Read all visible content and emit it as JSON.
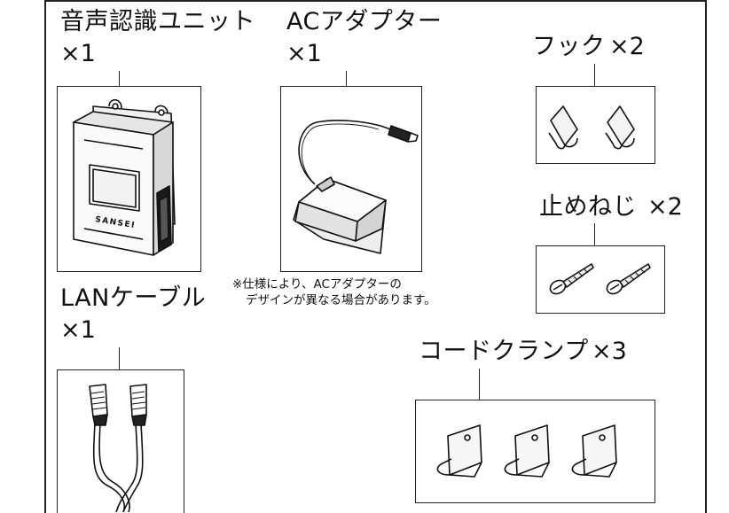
{
  "items": [
    {
      "name": "音声認識ユニット",
      "qty": "×1",
      "icon": "voice-recognition-unit"
    },
    {
      "name": "ACアダプター",
      "qty": "×1",
      "icon": "ac-adapter"
    },
    {
      "name": "フック",
      "qty": "×2",
      "icon": "hook"
    },
    {
      "name": "止めねじ",
      "qty": "×2",
      "icon": "screw"
    },
    {
      "name": "LANケーブル",
      "qty": "×1",
      "icon": "lan-cable"
    },
    {
      "name": "コードクランプ",
      "qty": "×3",
      "icon": "cord-clamp"
    }
  ],
  "unit_brand": "SANSEI",
  "note": {
    "line1": "※仕様により、ACアダプターの",
    "line2": "デザインが異なる場合があります。"
  }
}
